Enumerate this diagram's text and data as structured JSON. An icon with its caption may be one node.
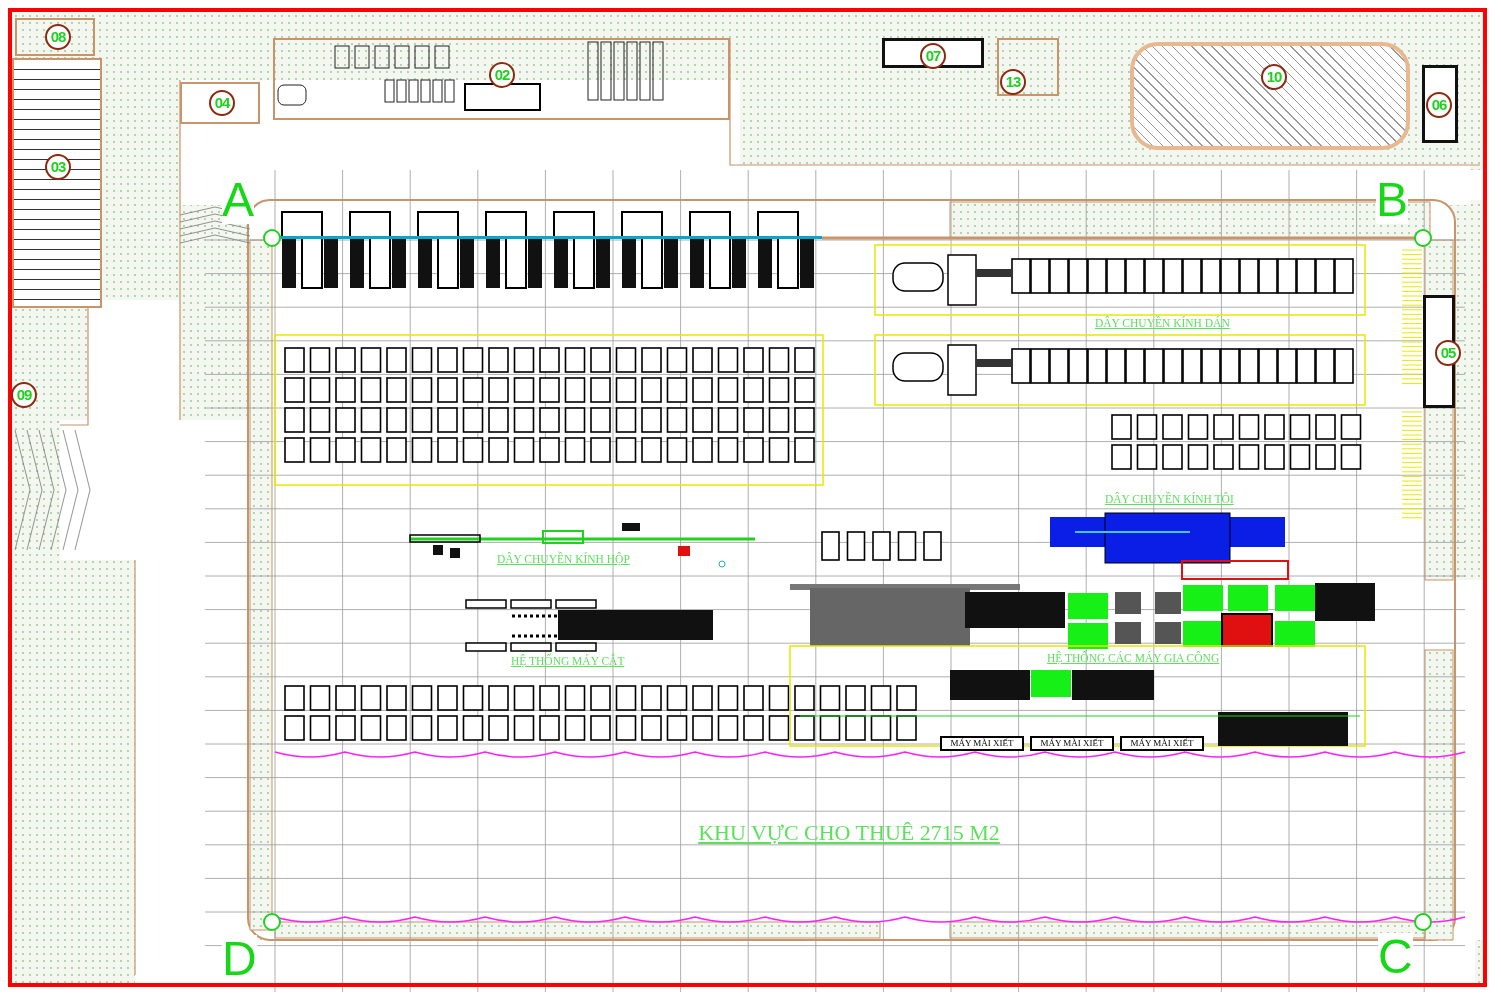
{
  "diagram": {
    "nodes": [
      {
        "text": [
          "08"
        ]
      },
      {
        "text": [
          "03"
        ]
      },
      {
        "text": [
          "04"
        ]
      },
      {
        "text": [
          "02"
        ]
      },
      {
        "text": [
          "07"
        ]
      },
      {
        "text": [
          "13"
        ]
      },
      {
        "text": [
          "10"
        ]
      },
      {
        "text": [
          "06"
        ]
      },
      {
        "text": [
          "05"
        ]
      },
      {
        "text": [
          "09"
        ]
      },
      {
        "text": [
          "KHU VỰC CHO THUÊ 2715 M2"
        ]
      },
      {
        "text": [
          "MÁY MÀI XIẾT"
        ]
      },
      {
        "text": [
          "MÁY MÀI XIẾT"
        ]
      },
      {
        "text": [
          "MÁY MÀI XIẾT"
        ]
      }
    ],
    "labels": [
      "A",
      "B",
      "DÂY CHUYỀN KÍNH DÁN",
      "DÂY CHUYỀN KÍNH TÔI",
      "DÂY CHUYỀN KÍNH HỘP",
      "HỆ THỐNG MÁY CẮT",
      "HỆ THỐNG CÁC MÁY GIA CÔNG",
      "D",
      "C"
    ]
  }
}
